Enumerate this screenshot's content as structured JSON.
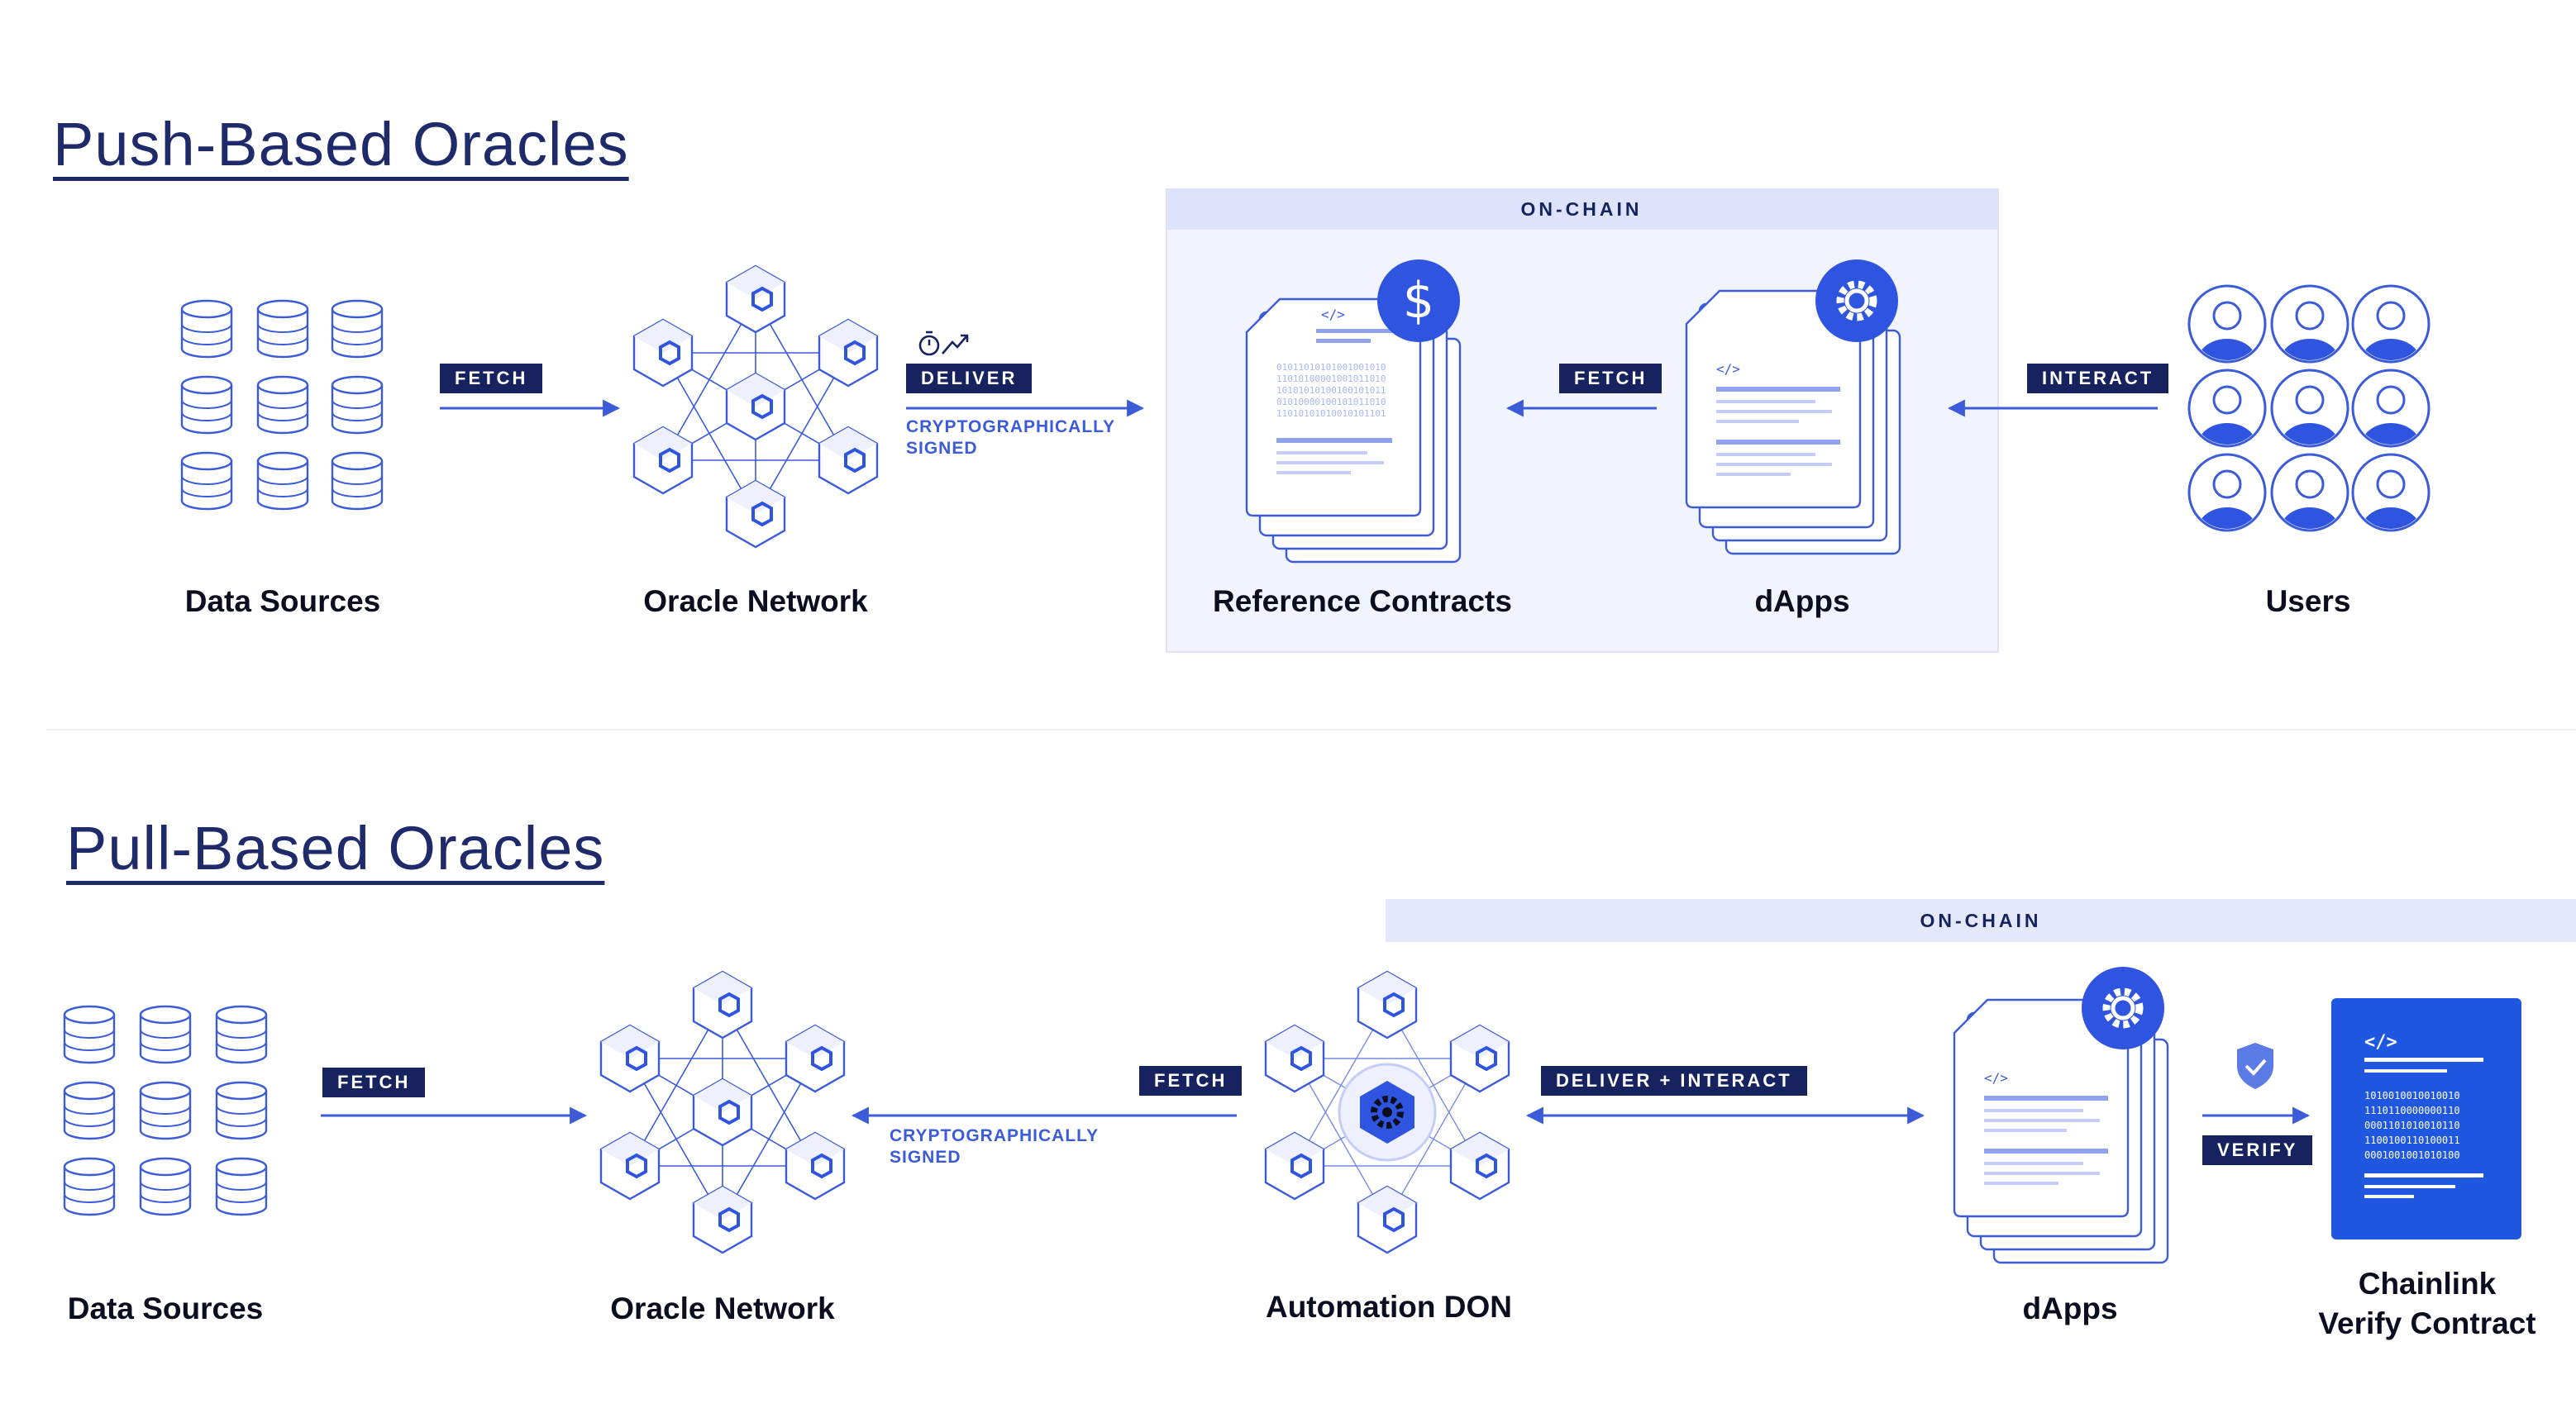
{
  "push": {
    "title": "Push-Based Oracles",
    "onchain_label": "ON-CHAIN",
    "nodes": {
      "data_sources": "Data Sources",
      "oracle_network": "Oracle Network",
      "reference_contracts": "Reference Contracts",
      "dapps": "dApps",
      "users": "Users"
    },
    "tags": {
      "fetch1": "FETCH",
      "deliver": "DELIVER",
      "fetch2": "FETCH",
      "interact": "INTERACT"
    },
    "note": "CRYPTOGRAPHICALLY\nSIGNED"
  },
  "pull": {
    "title": "Pull-Based Oracles",
    "onchain_label": "ON-CHAIN",
    "nodes": {
      "data_sources": "Data Sources",
      "oracle_network": "Oracle Network",
      "automation_don": "Automation DON",
      "dapps": "dApps",
      "verify_contract": "Chainlink\nVerify Contract"
    },
    "tags": {
      "fetch1": "FETCH",
      "fetch2": "FETCH",
      "deliver_interact": "DELIVER + INTERACT",
      "verify": "VERIFY"
    },
    "note": "CRYPTOGRAPHICALLY\nSIGNED"
  },
  "colors": {
    "navy": "#17235f",
    "blue": "#3b5bd9",
    "accent": "#2f55e0",
    "light": "#f1f3fd"
  }
}
